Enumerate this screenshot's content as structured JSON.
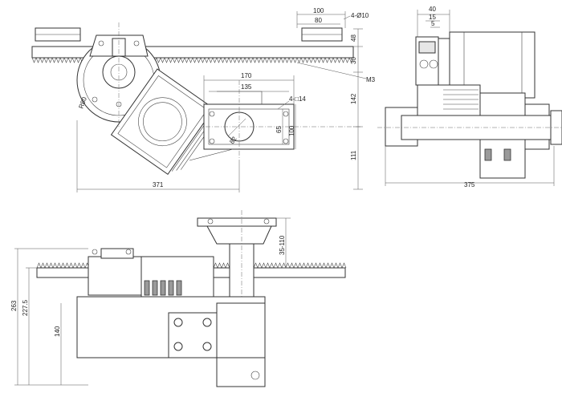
{
  "dimensions": {
    "rack_width_top": "100",
    "rack_width_inner": "80",
    "holes_phi10": "4-Ø10",
    "gap_48": "48",
    "gap_30": "30",
    "radius_r80": "R80",
    "thread_m3": "M3",
    "flange_170": "170",
    "flange_135": "135",
    "holes_sq14": "4-□14",
    "flange_65": "65",
    "flange_100": "100",
    "bore_82": "82",
    "height_142": "142",
    "height_111": "111",
    "overall_371": "371",
    "side_40": "40",
    "side_15": "15",
    "side_5": "5",
    "side_375": "375",
    "height_263": "263",
    "height_227_5": "227.5",
    "height_140": "140",
    "range_35_110": "35-110"
  }
}
